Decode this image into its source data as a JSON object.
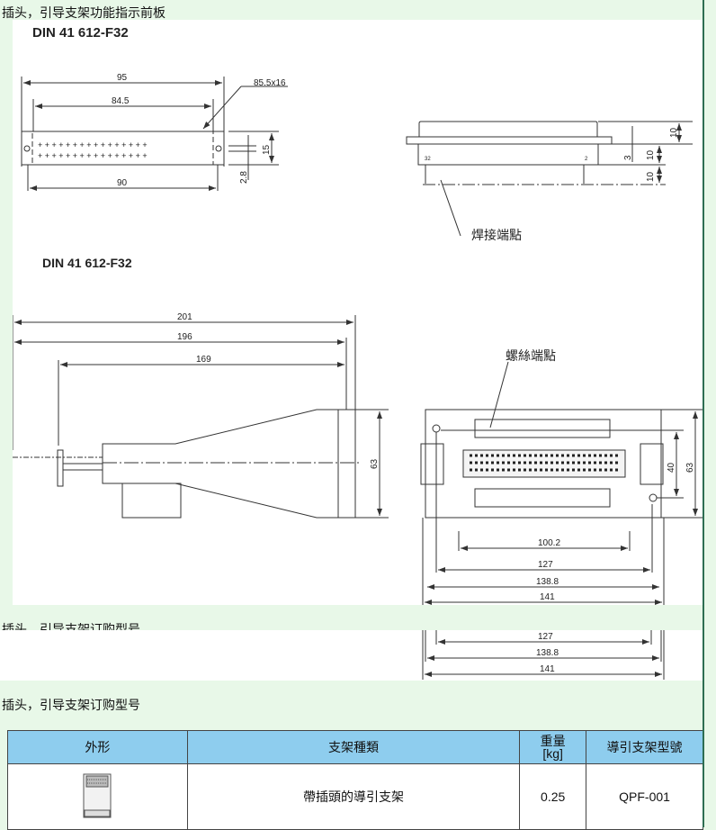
{
  "section1": {
    "title": "插头，引导支架功能指示前板"
  },
  "drawing1": {
    "model": "DIN 41 612-F32",
    "dims": {
      "d95": "95",
      "d84_5": "84.5",
      "d85x16": "85.5x16",
      "d90": "90",
      "d15": "15",
      "d2_8": "2.8"
    },
    "side": {
      "d10a": "10",
      "d3": "3",
      "d10b": "10",
      "d10c": "10",
      "pin32": "32",
      "pin2": "2",
      "label": "焊接端點"
    }
  },
  "drawing2": {
    "model": "DIN 41 612-F32",
    "dims": {
      "d201": "201",
      "d196": "196",
      "d169": "169",
      "d63": "63"
    },
    "front": {
      "label": "螺絲端點",
      "d100_2": "100.2",
      "d127": "127",
      "d138_8": "138.8",
      "d141": "141",
      "d40": "40",
      "d63": "63"
    }
  },
  "overlap": {
    "title": "插头，引导支架订购型号",
    "d127": "127",
    "d138_8": "138.8",
    "d141": "141"
  },
  "section2": {
    "title": "插头，引导支架订购型号"
  },
  "table": {
    "headers": [
      "外形",
      "支架種類",
      "重量\n[kg]",
      "導引支架型號"
    ],
    "rows": [
      {
        "type": "帶插頭的導引支架",
        "weight": "0.25",
        "model": "QPF-001"
      }
    ]
  }
}
